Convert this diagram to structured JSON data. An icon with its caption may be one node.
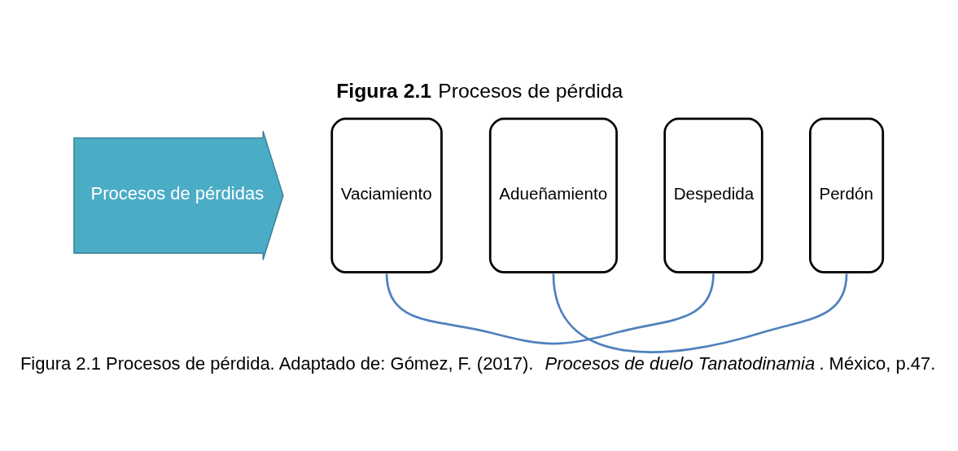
{
  "diagram": {
    "title": "**Figura 2.1** Procesos de pérdida",
    "caption": "Figura 2.1 Procesos de pérdida. Adaptado de: Gómez, F. (2017). *Procesos de duelo Tanatodinamia*. México, p.47.",
    "nodes": [
      {
        "text": [
          "Procesos de pérdidas"
        ]
      },
      {
        "text": [
          "Vaciamiento"
        ]
      },
      {
        "text": [
          "Adueñamiento"
        ]
      },
      {
        "text": [
          "Despedida"
        ]
      },
      {
        "text": [
          "Perdón"
        ]
      }
    ],
    "edges": [
      {
        "from": 1,
        "to": 3,
        "arrow": "none",
        "color": "#4f81bd"
      },
      {
        "from": 2,
        "to": 4,
        "arrow": "none",
        "color": "#4f81bd"
      }
    ]
  }
}
